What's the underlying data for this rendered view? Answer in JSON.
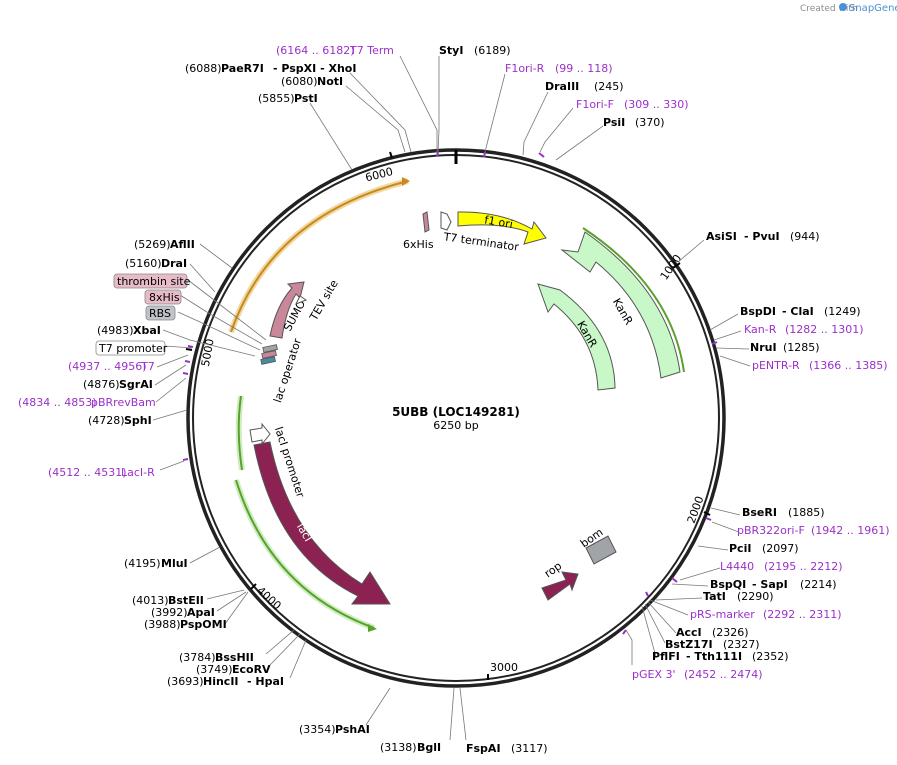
{
  "credit": {
    "prefix": "Created with",
    "logo": "SnapGene"
  },
  "plasmid": {
    "name": "5UBB (LOC149281)",
    "length": "6250 bp"
  },
  "ticks": [
    "1000",
    "2000",
    "3000",
    "4000",
    "5000",
    "6000"
  ],
  "features": [
    {
      "label": "f1 ori",
      "color": "#ffff00"
    },
    {
      "label": "KanR",
      "color": "#c8f8c8"
    },
    {
      "label": "KanR",
      "color": "#c8f8c8"
    },
    {
      "label": "lacI",
      "color": "#8b2252"
    },
    {
      "label": "lacI promoter",
      "color": "#ffffff"
    },
    {
      "label": "rop",
      "color": "#8b2252"
    },
    {
      "label": "bom",
      "color": "#a0a4a8"
    },
    {
      "label": "SUMO",
      "color": "#c8889a"
    },
    {
      "label": "TEV site",
      "color": "#ffffff"
    },
    {
      "label": "lac operator",
      "color": "#ffffff"
    },
    {
      "label": "T7 terminator",
      "color": "#ffffff"
    },
    {
      "label": "6xHis",
      "color": "#c8889a"
    }
  ],
  "badges": [
    "thrombin site",
    "8xHis",
    "RBS",
    "T7 promoter"
  ],
  "sites": [
    {
      "pos": "(6164 .. 6182)",
      "name": "T7 Term",
      "type": "primer"
    },
    {
      "pos": "(6189)",
      "name": "StyI",
      "type": "enzyme"
    },
    {
      "pos": "(6088)",
      "name": "PaeR7I",
      "extra": "- PspXI  - XhoI",
      "type": "enzyme"
    },
    {
      "pos": "(6080)",
      "name": "NotI",
      "type": "enzyme"
    },
    {
      "pos": "(5855)",
      "name": "PstI",
      "type": "enzyme"
    },
    {
      "pos": "(99 .. 118)",
      "name": "F1ori-R",
      "type": "primer"
    },
    {
      "pos": "(245)",
      "name": "DraIII",
      "type": "enzyme"
    },
    {
      "pos": "(309 .. 330)",
      "name": "F1ori-F",
      "type": "primer"
    },
    {
      "pos": "(370)",
      "name": "PsiI",
      "type": "enzyme"
    },
    {
      "pos": "(944)",
      "name": "AsiSI",
      "extra": "- PvuI",
      "type": "enzyme"
    },
    {
      "pos": "(1249)",
      "name": "BspDI",
      "extra": "- ClaI",
      "type": "enzyme"
    },
    {
      "pos": "(1282 .. 1301)",
      "name": "Kan-R",
      "type": "primer"
    },
    {
      "pos": "(1285)",
      "name": "NruI",
      "type": "enzyme"
    },
    {
      "pos": "(1366 .. 1385)",
      "name": "pENTR-R",
      "type": "primer"
    },
    {
      "pos": "(1885)",
      "name": "BseRI",
      "type": "enzyme"
    },
    {
      "pos": "(1942 .. 1961)",
      "name": "pBR322ori-F",
      "type": "primer"
    },
    {
      "pos": "(2097)",
      "name": "PciI",
      "type": "enzyme"
    },
    {
      "pos": "(2195 .. 2212)",
      "name": "L4440",
      "type": "primer"
    },
    {
      "pos": "(2214)",
      "name": "BspQI",
      "extra": "- SapI",
      "type": "enzyme"
    },
    {
      "pos": "(2290)",
      "name": "TatI",
      "type": "enzyme"
    },
    {
      "pos": "(2292 .. 2311)",
      "name": "pRS-marker",
      "type": "primer"
    },
    {
      "pos": "(2326)",
      "name": "AccI",
      "type": "enzyme"
    },
    {
      "pos": "(2327)",
      "name": "BstZ17I",
      "type": "enzyme"
    },
    {
      "pos": "(2352)",
      "name": "PflFI",
      "extra": "- Tth111I",
      "type": "enzyme"
    },
    {
      "pos": "(2452 .. 2474)",
      "name": "pGEX 3'",
      "type": "primer"
    },
    {
      "pos": "(3117)",
      "name": "FspAI",
      "type": "enzyme"
    },
    {
      "pos": "(3138)",
      "name": "BglI",
      "type": "enzyme"
    },
    {
      "pos": "(3354)",
      "name": "PshAI",
      "type": "enzyme"
    },
    {
      "pos": "(3693)",
      "name": "HincII",
      "extra": "- HpaI",
      "type": "enzyme"
    },
    {
      "pos": "(3749)",
      "name": "EcoRV",
      "type": "enzyme"
    },
    {
      "pos": "(3784)",
      "name": "BssHII",
      "type": "enzyme"
    },
    {
      "pos": "(3988)",
      "name": "PspOMI",
      "type": "enzyme"
    },
    {
      "pos": "(3992)",
      "name": "ApaI",
      "type": "enzyme"
    },
    {
      "pos": "(4013)",
      "name": "BstEII",
      "type": "enzyme"
    },
    {
      "pos": "(4195)",
      "name": "MluI",
      "type": "enzyme"
    },
    {
      "pos": "(4512 .. 4531)",
      "name": "LacI-R",
      "type": "primer"
    },
    {
      "pos": "(4728)",
      "name": "SphI",
      "type": "enzyme"
    },
    {
      "pos": "(4834 .. 4853)",
      "name": "pBRrevBam",
      "type": "primer"
    },
    {
      "pos": "(4876)",
      "name": "SgrAI",
      "type": "enzyme"
    },
    {
      "pos": "(4937 .. 4956)",
      "name": "T7",
      "type": "primer"
    },
    {
      "pos": "(4983)",
      "name": "XbaI",
      "type": "enzyme"
    },
    {
      "pos": "(5160)",
      "name": "DraI",
      "type": "enzyme"
    },
    {
      "pos": "(5269)",
      "name": "AflII",
      "type": "enzyme"
    }
  ]
}
